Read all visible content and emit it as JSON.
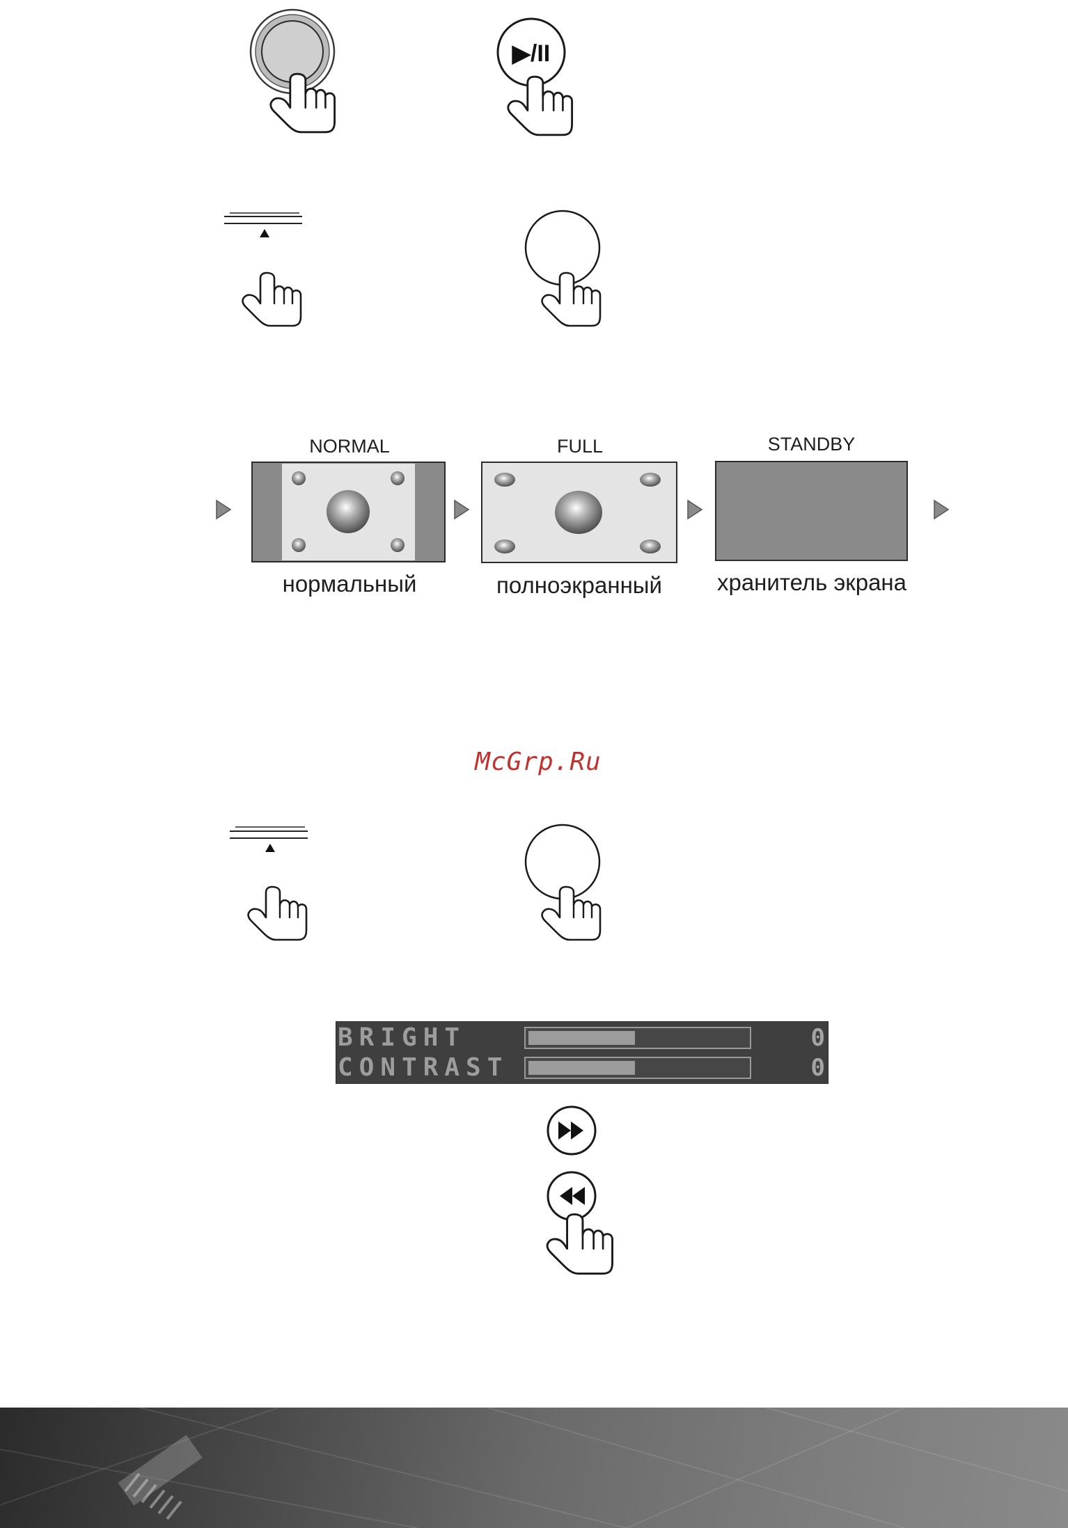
{
  "play_pause_button": {
    "label": "▶/II"
  },
  "display_modes": {
    "modes": [
      {
        "label": "NORMAL",
        "caption": "нормальный"
      },
      {
        "label": "FULL",
        "caption": "полноэкранный"
      },
      {
        "label": "STANDBY",
        "caption": "хранитель экрана"
      }
    ]
  },
  "watermark": "McGrp.Ru",
  "osd": {
    "rows": [
      {
        "label": "BRIGHT",
        "value": "0",
        "level": 0.5
      },
      {
        "label": "CONTRAST",
        "value": "0",
        "level": 0.5
      }
    ]
  },
  "icons": {
    "hand": "pointing-hand-icon",
    "fast_forward": "fast-forward-icon",
    "rewind": "rewind-icon",
    "slider": "slider-icon",
    "arrow": "triangle-right-icon"
  },
  "colors": {
    "watermark": "#c0322e",
    "osd_background": "#3f3f3f",
    "osd_text": "#9d9d9d",
    "screen_gray": "#8a8a8a",
    "screen_light": "#e4e4e4"
  }
}
